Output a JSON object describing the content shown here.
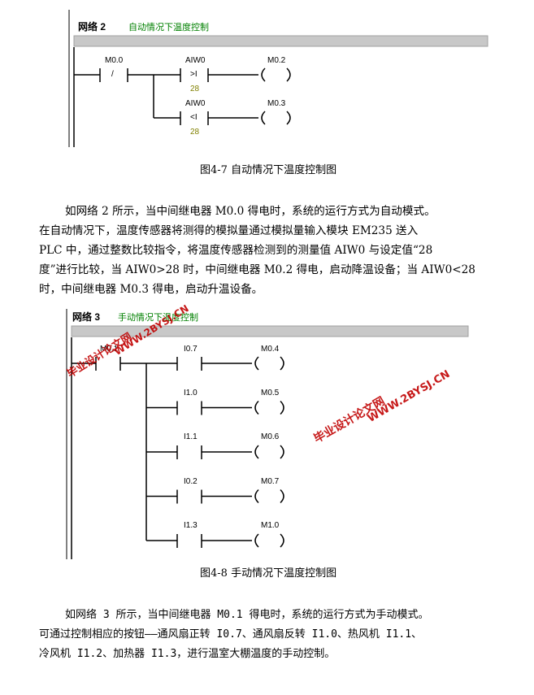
{
  "network2": {
    "title": "网络 2",
    "comment": "自动情况下温度控制",
    "contact": "M0.0",
    "contact_sym": "/",
    "rungs": [
      {
        "operand": "AIW0",
        "op": ">I",
        "value": "28",
        "coil": "M0.2"
      },
      {
        "operand": "AIW0",
        "op": "<I",
        "value": "28",
        "coil": "M0.3"
      }
    ]
  },
  "figure1_caption": "图4-7  自动情况下温度控制图",
  "paragraph1": [
    "如网络 2 所示，当中间继电器 M0.0 得电时，系统的运行方式为自动模式。",
    "在自动情况下，温度传感器将测得的模拟量通过模拟量输入模块 EM235 送入",
    "PLC 中，通过整数比较指令，将温度传感器检测到的测量值 AIW0 与设定值“28",
    "度”进行比较，当 AIW0>28 时，中间继电器 M0.2 得电，启动降温设备；当 AIW0<28",
    "时，中间继电器 M0.3 得电，启动升温设备。"
  ],
  "network3": {
    "title": "网络 3",
    "comment": "手动情况下温度控制",
    "contact": "M0.1",
    "rungs": [
      {
        "input": "I0.7",
        "coil": "M0.4"
      },
      {
        "input": "I1.0",
        "coil": "M0.5"
      },
      {
        "input": "I1.1",
        "coil": "M0.6"
      },
      {
        "input": "I0.2",
        "coil": "M0.7"
      },
      {
        "input": "I1.3",
        "coil": "M1.0"
      }
    ]
  },
  "figure2_caption": "图4-8  手动情况下温度控制图",
  "paragraph2": [
    "如网络 3 所示，当中间继电器 M0.1 得电时，系统的运行方式为手动模式。",
    "可通过控制相应的按钮——通风扇正转 I0.7、通风扇反转 I1.0、热风机 I1.1、",
    "冷风机 I1.2、加热器 I1.3，进行温室大棚温度的手动控制。"
  ],
  "watermarks": [
    "毕业设计论文网",
    "WWW.2BYSJ.CN"
  ],
  "colors": {
    "comment": "#008000",
    "value": "#808000",
    "watermark": "#c00000",
    "bar": "#c0c0c0"
  }
}
